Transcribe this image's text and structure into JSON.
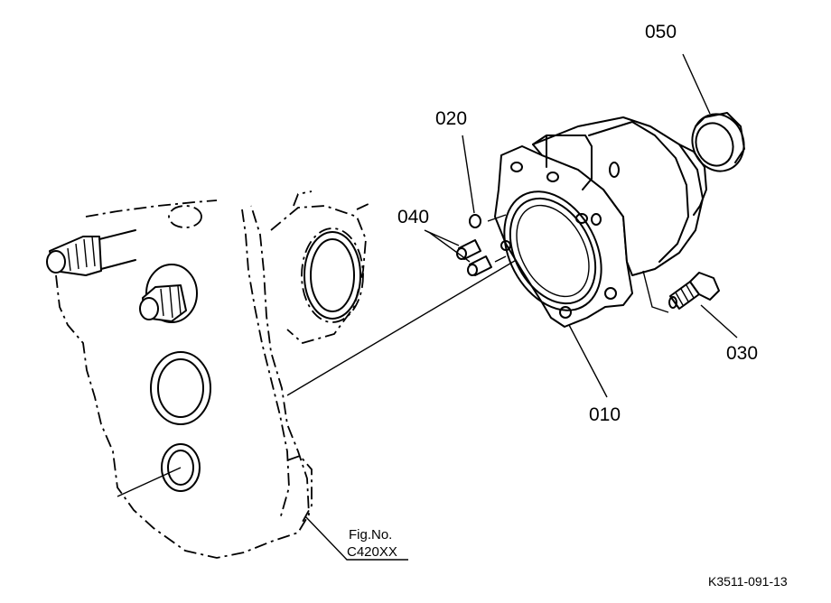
{
  "diagram": {
    "parts": [
      {
        "id": "p010",
        "label": "010"
      },
      {
        "id": "p020",
        "label": "020"
      },
      {
        "id": "p030",
        "label": "030"
      },
      {
        "id": "p040",
        "label": "040"
      },
      {
        "id": "p050",
        "label": "050"
      }
    ],
    "figure": {
      "line1": "Fig.No.",
      "line2": "C420XX"
    },
    "drawing_code": "K3511-091-13"
  }
}
